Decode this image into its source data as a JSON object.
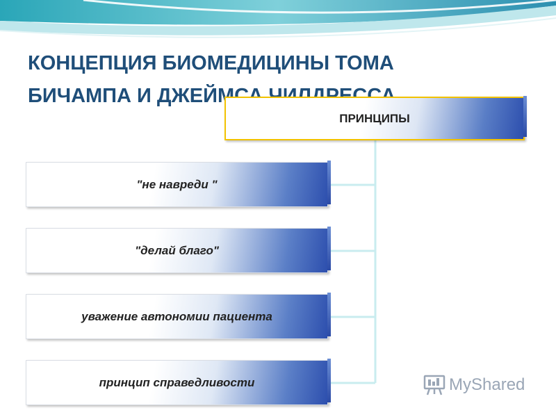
{
  "title": {
    "line1": "КОНЦЕПЦИЯ БИОМЕДИЦИНЫ  ТОМА",
    "line2": "БИЧАМПА И ДЖЕЙМСА ЧИЛДРЕССА"
  },
  "diagram": {
    "root": "ПРИНЦИПЫ",
    "principles": [
      "\"не навреди \"",
      "\"делай благо\"",
      "уважение автономии пациента",
      "принцип справедливости"
    ]
  },
  "watermark": {
    "text": "MyShared",
    "icon": "presentation-board-icon"
  },
  "colors": {
    "title": "#1f4e79",
    "box_gradient_end": "#2d4fae",
    "root_border": "#f2c200",
    "connector": "#c9ecef"
  }
}
